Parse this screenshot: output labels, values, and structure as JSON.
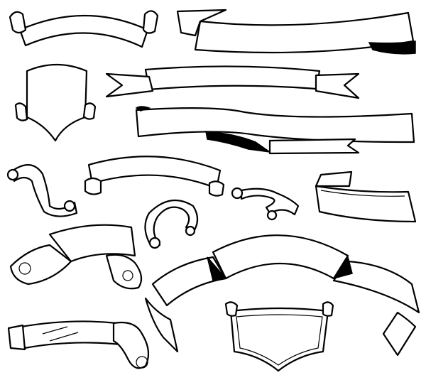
{
  "artwork": {
    "background": "#ffffff",
    "ink": "#000000",
    "items": [
      "curved-scroll-banner",
      "long-torn-banner",
      "shield",
      "swallowtail-banner",
      "flowing-ribbon",
      "small-curl-scroll",
      "arched-ribbon",
      "looped-ribbon",
      "small-s-scroll",
      "folded-banner",
      "twisted-ribbon",
      "large-arch-banner",
      "crest-shield",
      "tattered-ribbon"
    ]
  }
}
